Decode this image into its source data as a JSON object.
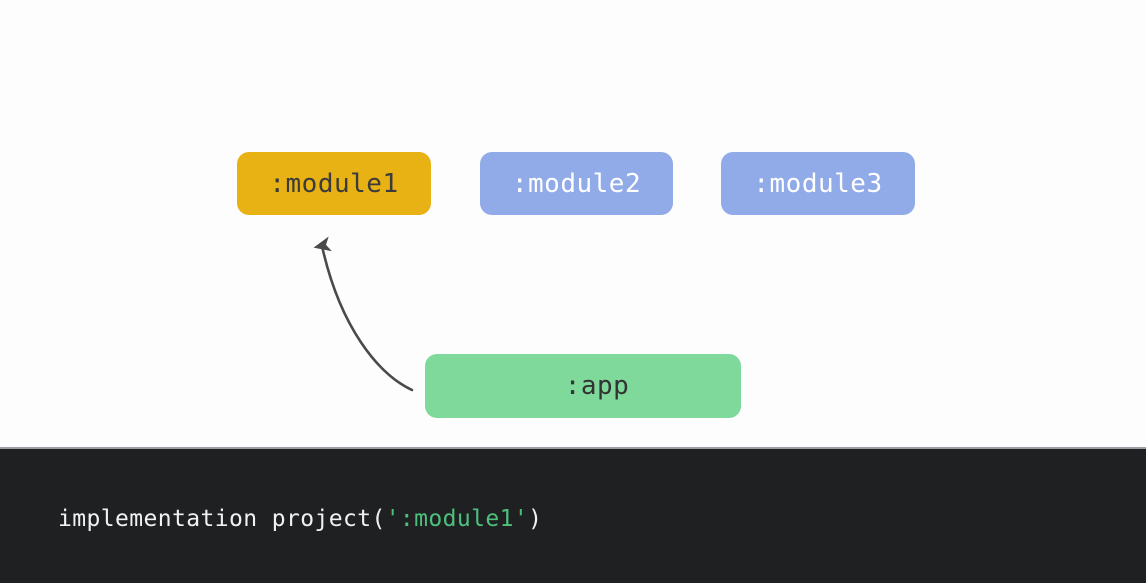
{
  "diagram": {
    "type": "gradle-module-dependency-graph",
    "background_color": "#ffffff",
    "nodes": [
      {
        "id": "module1",
        "label": ":module1",
        "fill": "#e8b114",
        "text_color": "#3b3b3b",
        "role": "highlighted-dependency"
      },
      {
        "id": "module2",
        "label": ":module2",
        "fill": "#91abe8",
        "text_color": "#ffffff",
        "role": "module"
      },
      {
        "id": "module3",
        "label": ":module3",
        "fill": "#91abe8",
        "text_color": "#ffffff",
        "role": "module"
      },
      {
        "id": "app",
        "label": ":app",
        "fill": "#7ed99a",
        "text_color": "#333333",
        "role": "application"
      }
    ],
    "edges": [
      {
        "from": "app",
        "to": "module1",
        "style": "curved-arrow",
        "color": "#4a4a4a"
      }
    ]
  },
  "code_panel": {
    "background_color": "#1e2022",
    "line": {
      "prefix": "implementation project(",
      "string": "':module1'",
      "suffix": ")",
      "plain_color": "#f1f1f1",
      "string_color": "#4ec07d"
    }
  }
}
